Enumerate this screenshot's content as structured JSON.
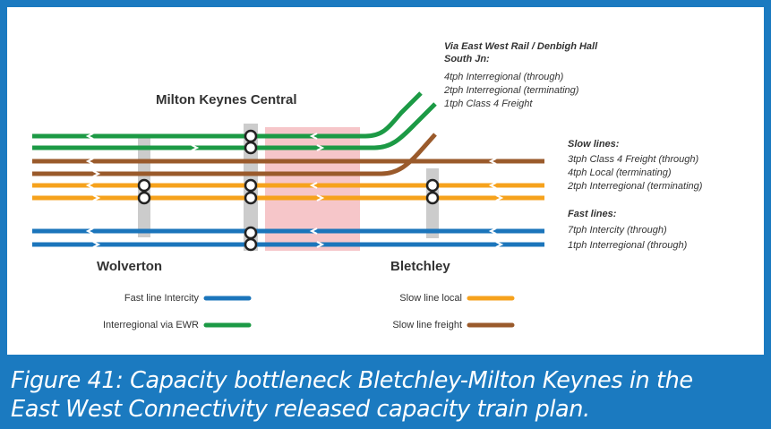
{
  "colors": {
    "fast": "#1b75bb",
    "ewr": "#1c9a45",
    "slow_local": "#f6a21c",
    "slow_freight": "#9a5a2b",
    "bottleneck": "#f6c6c9",
    "platform": "#c9c9c9",
    "frame": "#1b7ac0"
  },
  "stations": {
    "milton_keynes": "Milton Keynes Central",
    "wolverton": "Wolverton",
    "bletchley": "Bletchley"
  },
  "notes": {
    "ewr_heading": "Via East West Rail / Denbigh Hall",
    "ewr_heading2": "South Jn:",
    "ewr_lines": [
      "4tph Interregional (through)",
      "2tph Interregional (terminating)",
      "1tph Class 4 Freight"
    ],
    "slow_heading": "Slow lines:",
    "slow_lines": [
      "3tph Class 4 Freight (through)",
      "4tph Local (terminating)",
      "2tph Interregional (terminating)"
    ],
    "fast_heading": "Fast lines:",
    "fast_lines": [
      "7tph Intercity (through)",
      "1tph Interregional (through)"
    ]
  },
  "legend": {
    "fast": "Fast line Intercity",
    "ewr": "Interregional via EWR",
    "slow_local": "Slow line local",
    "slow_freight": "Slow line freight"
  },
  "caption": {
    "line1": "Figure 41: Capacity bottleneck Bletchley-Milton Keynes in the",
    "line2": "East West Connectivity released capacity train plan."
  }
}
